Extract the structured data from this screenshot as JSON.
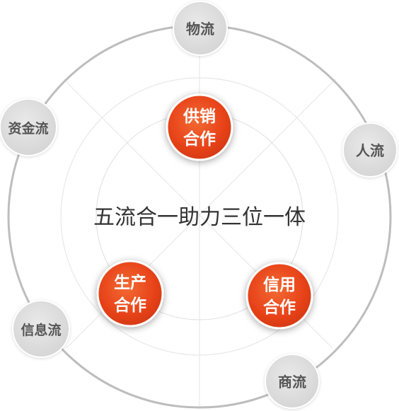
{
  "center_text": "五流合一助力三位一体",
  "flows": [
    {
      "id": "wuliu",
      "label": "物流"
    },
    {
      "id": "renliu",
      "label": "人流"
    },
    {
      "id": "shangliu",
      "label": "商流"
    },
    {
      "id": "xinxiliu",
      "label": "信息流"
    },
    {
      "id": "zijinliu",
      "label": "资金流"
    }
  ],
  "cooperations": [
    {
      "id": "gongxiao",
      "line1": "供销",
      "line2": "合作"
    },
    {
      "id": "xinyong",
      "line1": "信用",
      "line2": "合作"
    },
    {
      "id": "shengchan",
      "line1": "生产",
      "line2": "合作"
    }
  ],
  "colors": {
    "outer_ring": "#bdbdbd",
    "inner_rings": "#e2e2e2",
    "spokes": "#e6e6e6",
    "flow_node_fill": "#dcdcdc",
    "flow_node_text": "#555555",
    "coop_node_fill": "#e8431a",
    "coop_node_text": "#ffffff",
    "center_text": "#333333"
  }
}
